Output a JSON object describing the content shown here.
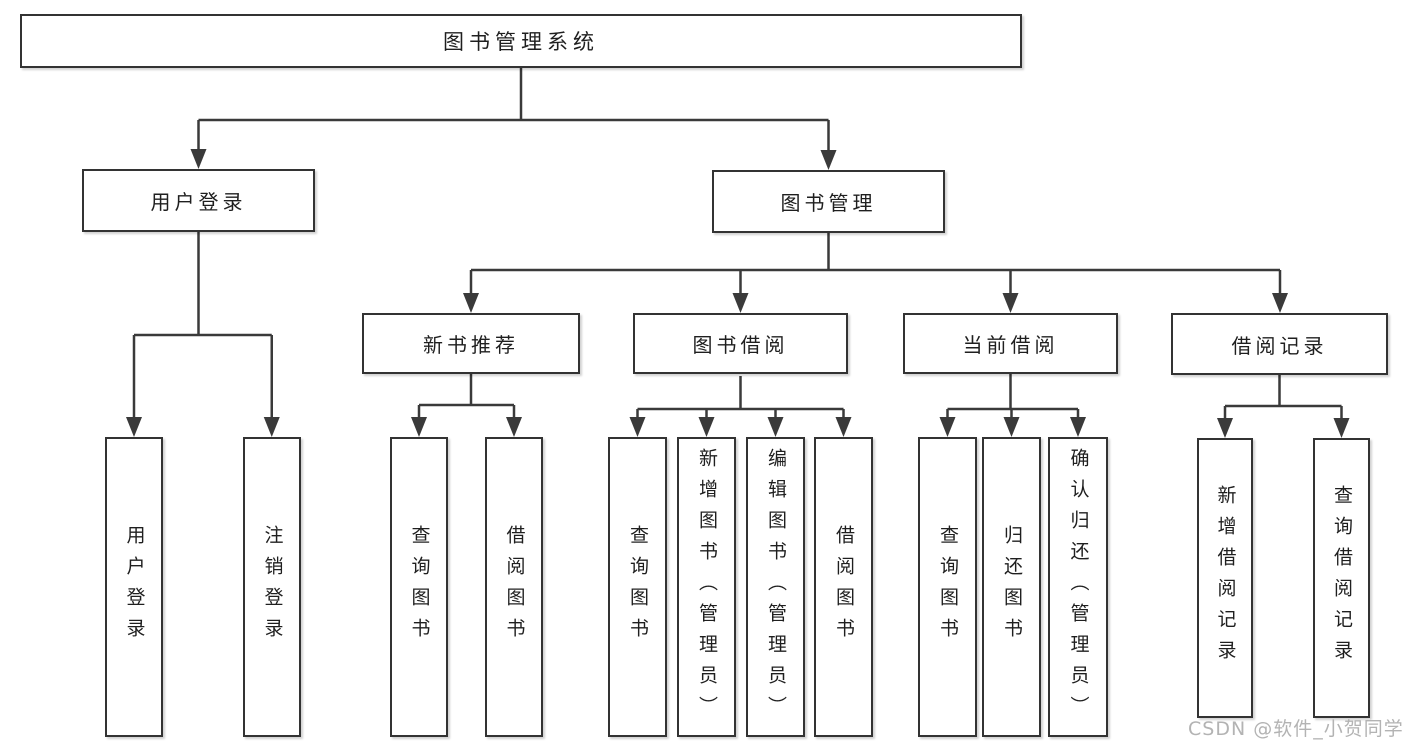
{
  "diagram": {
    "title": "图书管理系统",
    "tree": {
      "root": {
        "label": "图书管理系统"
      },
      "branches": [
        {
          "label": "用户登录",
          "children": [
            "用户登录",
            "注销登录"
          ]
        },
        {
          "label": "图书管理",
          "sections": [
            {
              "label": "新书推荐",
              "children": [
                "查询图书",
                "借阅图书"
              ]
            },
            {
              "label": "图书借阅",
              "children": [
                "查询图书",
                "新增图书（管理员）",
                "编辑图书（管理员）",
                "借阅图书"
              ]
            },
            {
              "label": "当前借阅",
              "children": [
                "查询图书",
                "归还图书",
                "确认归还（管理员）"
              ]
            },
            {
              "label": "借阅记录",
              "children": [
                "新增借阅记录",
                "查询借阅记录"
              ]
            }
          ]
        }
      ]
    },
    "colors": {
      "line": "#3a3a3a",
      "box_border": "#333333",
      "box_fill": "#ffffff",
      "text": "#1f1f1f",
      "watermark": "#b3b3b3"
    }
  },
  "watermark": {
    "text": "CSDN @软件_小贺同学"
  }
}
